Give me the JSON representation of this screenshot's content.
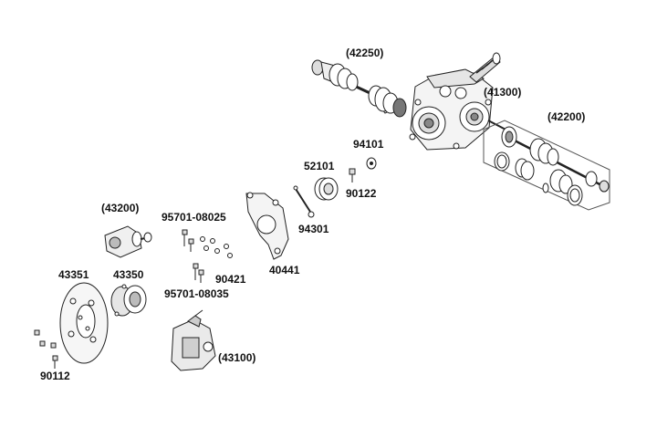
{
  "diagram": {
    "labels": {
      "p42250": "(42250)",
      "p41300": "(41300)",
      "p42200": "(42200)",
      "p94101": "94101",
      "p52101": "52101",
      "p90122": "90122",
      "p94301": "94301",
      "p40441": "40441",
      "p43200": "(43200)",
      "p95701_08025": "95701-08025",
      "p90421": "90421",
      "p95701_08035": "95701-08035",
      "p43351": "43351",
      "p43350": "43350",
      "p43100": "(43100)",
      "p90112": "90112"
    },
    "colors": {
      "line": "#222222",
      "fill": "#ffffff",
      "shade": "#bdbdbd",
      "dark": "#555555"
    }
  }
}
